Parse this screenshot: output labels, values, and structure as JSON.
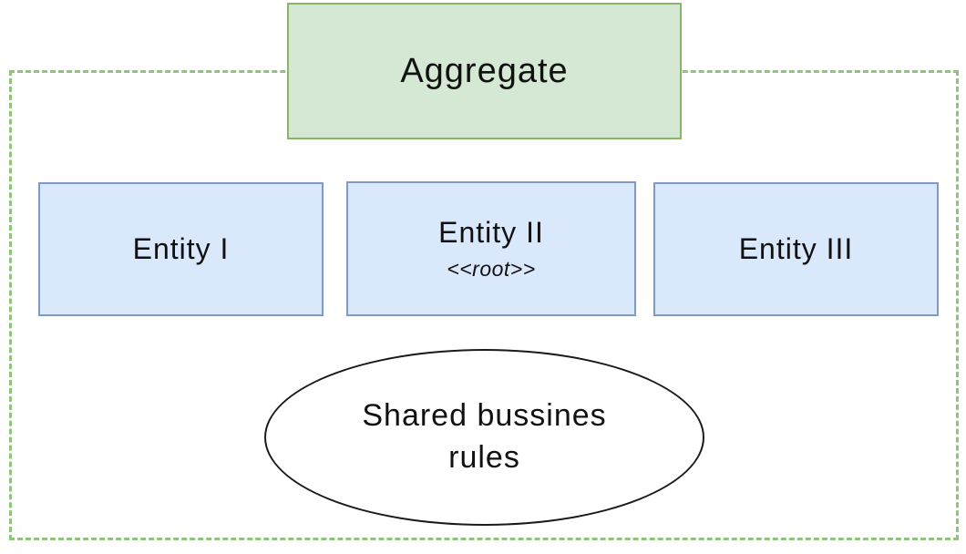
{
  "aggregate": {
    "label": "Aggregate",
    "fill": "#d5e8d4",
    "border_color": "#88b566"
  },
  "entities": [
    {
      "label": "Entity I"
    },
    {
      "label": "Entity II",
      "stereotype": "<<root>>"
    },
    {
      "label": "Entity III"
    }
  ],
  "entity_style": {
    "fill": "#dae8fc",
    "border_color": "#7f9ac4"
  },
  "boundary": {
    "style": "dashed",
    "color": "#90c47a"
  },
  "shared_rules": {
    "label": "Shared bussines rules",
    "lines": [
      "Shared bussines",
      "rules"
    ],
    "fill": "#ffffff",
    "border_color": "#1a1a1a"
  }
}
